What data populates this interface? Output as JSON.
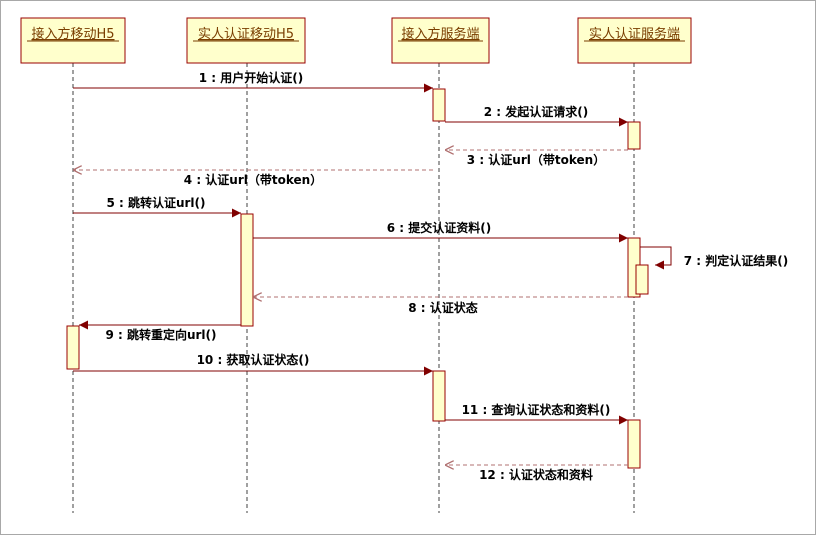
{
  "colors": {
    "box_fill": "#ffffcc",
    "box_stroke": "#990000",
    "arrow": "#800000",
    "lifeline": "#404040",
    "text": "#000000",
    "title_text": "#7a3e00"
  },
  "participants": [
    {
      "name": "接入方移动H5"
    },
    {
      "name": "实人认证移动H5"
    },
    {
      "name": "接入方服务端"
    },
    {
      "name": "实人认证服务端"
    }
  ],
  "messages": [
    {
      "label": "1 : 用户开始认证()",
      "from": 0,
      "to": 2,
      "kind": "sync"
    },
    {
      "label": "2 : 发起认证请求()",
      "from": 2,
      "to": 3,
      "kind": "sync"
    },
    {
      "label": "3 : 认证url（带token）",
      "from": 3,
      "to": 2,
      "kind": "return"
    },
    {
      "label": "4 : 认证url（带token）",
      "from": 2,
      "to": 0,
      "kind": "return"
    },
    {
      "label": "5 : 跳转认证url()",
      "from": 0,
      "to": 1,
      "kind": "sync"
    },
    {
      "label": "6 : 提交认证资料()",
      "from": 1,
      "to": 3,
      "kind": "sync"
    },
    {
      "label": "7 : 判定认证结果()",
      "from": 3,
      "to": 3,
      "kind": "self"
    },
    {
      "label": "8 : 认证状态",
      "from": 3,
      "to": 1,
      "kind": "return"
    },
    {
      "label": "9 : 跳转重定向url()",
      "from": 1,
      "to": 0,
      "kind": "sync"
    },
    {
      "label": "10 : 获取认证状态()",
      "from": 0,
      "to": 2,
      "kind": "sync"
    },
    {
      "label": "11 : 查询认证状态和资料()",
      "from": 2,
      "to": 3,
      "kind": "sync"
    },
    {
      "label": "12 : 认证状态和资料",
      "from": 3,
      "to": 2,
      "kind": "return"
    }
  ]
}
